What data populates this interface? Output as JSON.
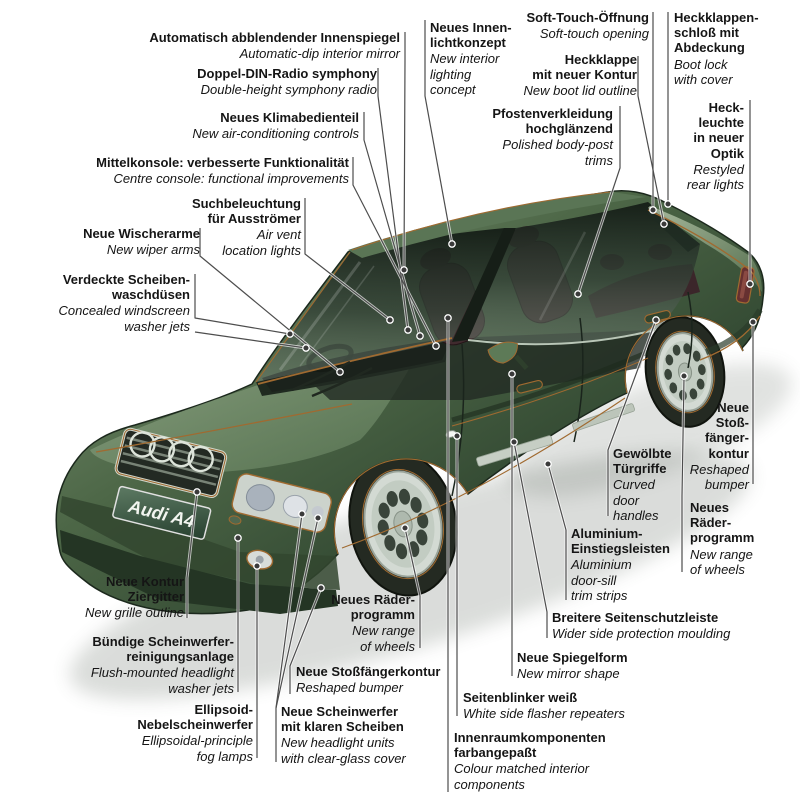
{
  "diagram": {
    "subject": "Audi A4 facelift feature cutaway",
    "license_plate": "Audi A4",
    "colors": {
      "body_green": "#4d6747",
      "accent_copper": "#a06a30",
      "label_text": "#151515",
      "leader_line": "#4d4d4d",
      "background": "#ffffff"
    }
  },
  "labels": [
    {
      "id": "auto-dip-mirror",
      "de": "Automatisch abblendender Innenspiegel",
      "en": "Automatic-dip interior mirror"
    },
    {
      "id": "double-din-radio",
      "de": "Doppel-DIN-Radio symphony",
      "en": "Double-height symphony radio"
    },
    {
      "id": "climate-controls",
      "de": "Neues Klimabedienteil",
      "en": "New air-conditioning controls"
    },
    {
      "id": "centre-console",
      "de": "Mittelkonsole: verbesserte Funktionalität",
      "en": "Centre console: functional improvements"
    },
    {
      "id": "air-vent-lights",
      "de": "Suchbeleuchtung\nfür Ausströmer",
      "en": "Air vent\nlocation lights"
    },
    {
      "id": "wiper-arms",
      "de": "Neue Wischerarme",
      "en": "New wiper arms"
    },
    {
      "id": "washer-jets",
      "de": "Verdeckte Scheiben-\nwaschdüsen",
      "en": "Concealed windscreen\nwasher jets"
    },
    {
      "id": "interior-lighting",
      "de": "Neues Innen-\nlichtkonzept",
      "en": "New interior\nlighting\nconcept"
    },
    {
      "id": "soft-touch-opening",
      "de": "Soft-Touch-Öffnung",
      "en": "Soft-touch opening"
    },
    {
      "id": "boot-lid-outline",
      "de": "Heckklappe\nmit neuer Kontur",
      "en": "New boot lid outline"
    },
    {
      "id": "body-post-trims",
      "de": "Pfostenverkleidung\nhochglänzend",
      "en": "Polished body-post\ntrims"
    },
    {
      "id": "boot-lock",
      "de": "Heckklappen-\nschloß mit\nAbdeckung",
      "en": "Boot lock\nwith cover"
    },
    {
      "id": "rear-lights",
      "de": "Heck-\nleuchte\nin neuer\nOptik",
      "en": "Restyled\nrear lights"
    },
    {
      "id": "door-handles",
      "de": "Gewölbte\nTürgriffe",
      "en": "Curved\ndoor\nhandles"
    },
    {
      "id": "rear-bumper",
      "de": "Neue\nStoß-\nfänger-\nkontur",
      "en": "Reshaped\nbumper"
    },
    {
      "id": "wheels-rear",
      "de": "Neues\nRäder-\nprogramm",
      "en": "New range\nof wheels"
    },
    {
      "id": "door-sill-trims",
      "de": "Aluminium-\nEinstiegsleisten",
      "en": "Aluminium\ndoor-sill\ntrim strips"
    },
    {
      "id": "side-moulding",
      "de": "Breitere Seitenschutzleiste",
      "en": "Wider side protection moulding"
    },
    {
      "id": "mirror-shape",
      "de": "Neue Spiegelform",
      "en": "New mirror shape"
    },
    {
      "id": "side-flasher",
      "de": "Seitenblinker weiß",
      "en": "White side flasher repeaters"
    },
    {
      "id": "interior-components",
      "de": "Innenraumkomponenten\nfarbangepaßt",
      "en": "Colour matched interior\ncomponents"
    },
    {
      "id": "grille-outline",
      "de": "Neue Kontur\nZiergitter",
      "en": "New grille outline"
    },
    {
      "id": "headlight-washer",
      "de": "Bündige Scheinwerfer-\nreinigungsanlage",
      "en": "Flush-mounted headlight\nwasher jets"
    },
    {
      "id": "fog-lamps",
      "de": "Ellipsoid-\nNebelscheinwerfer",
      "en": "Ellipsoidal-principle\nfog lamps"
    },
    {
      "id": "wheels-front",
      "de": "Neues Räder-\nprogramm",
      "en": "New range\nof wheels"
    },
    {
      "id": "front-bumper",
      "de": "Neue Stoßfängerkontur",
      "en": "Reshaped bumper"
    },
    {
      "id": "headlights",
      "de": "Neue Scheinwerfer\nmit klaren Scheiben",
      "en": "New headlight units\nwith clear-glass cover"
    }
  ]
}
